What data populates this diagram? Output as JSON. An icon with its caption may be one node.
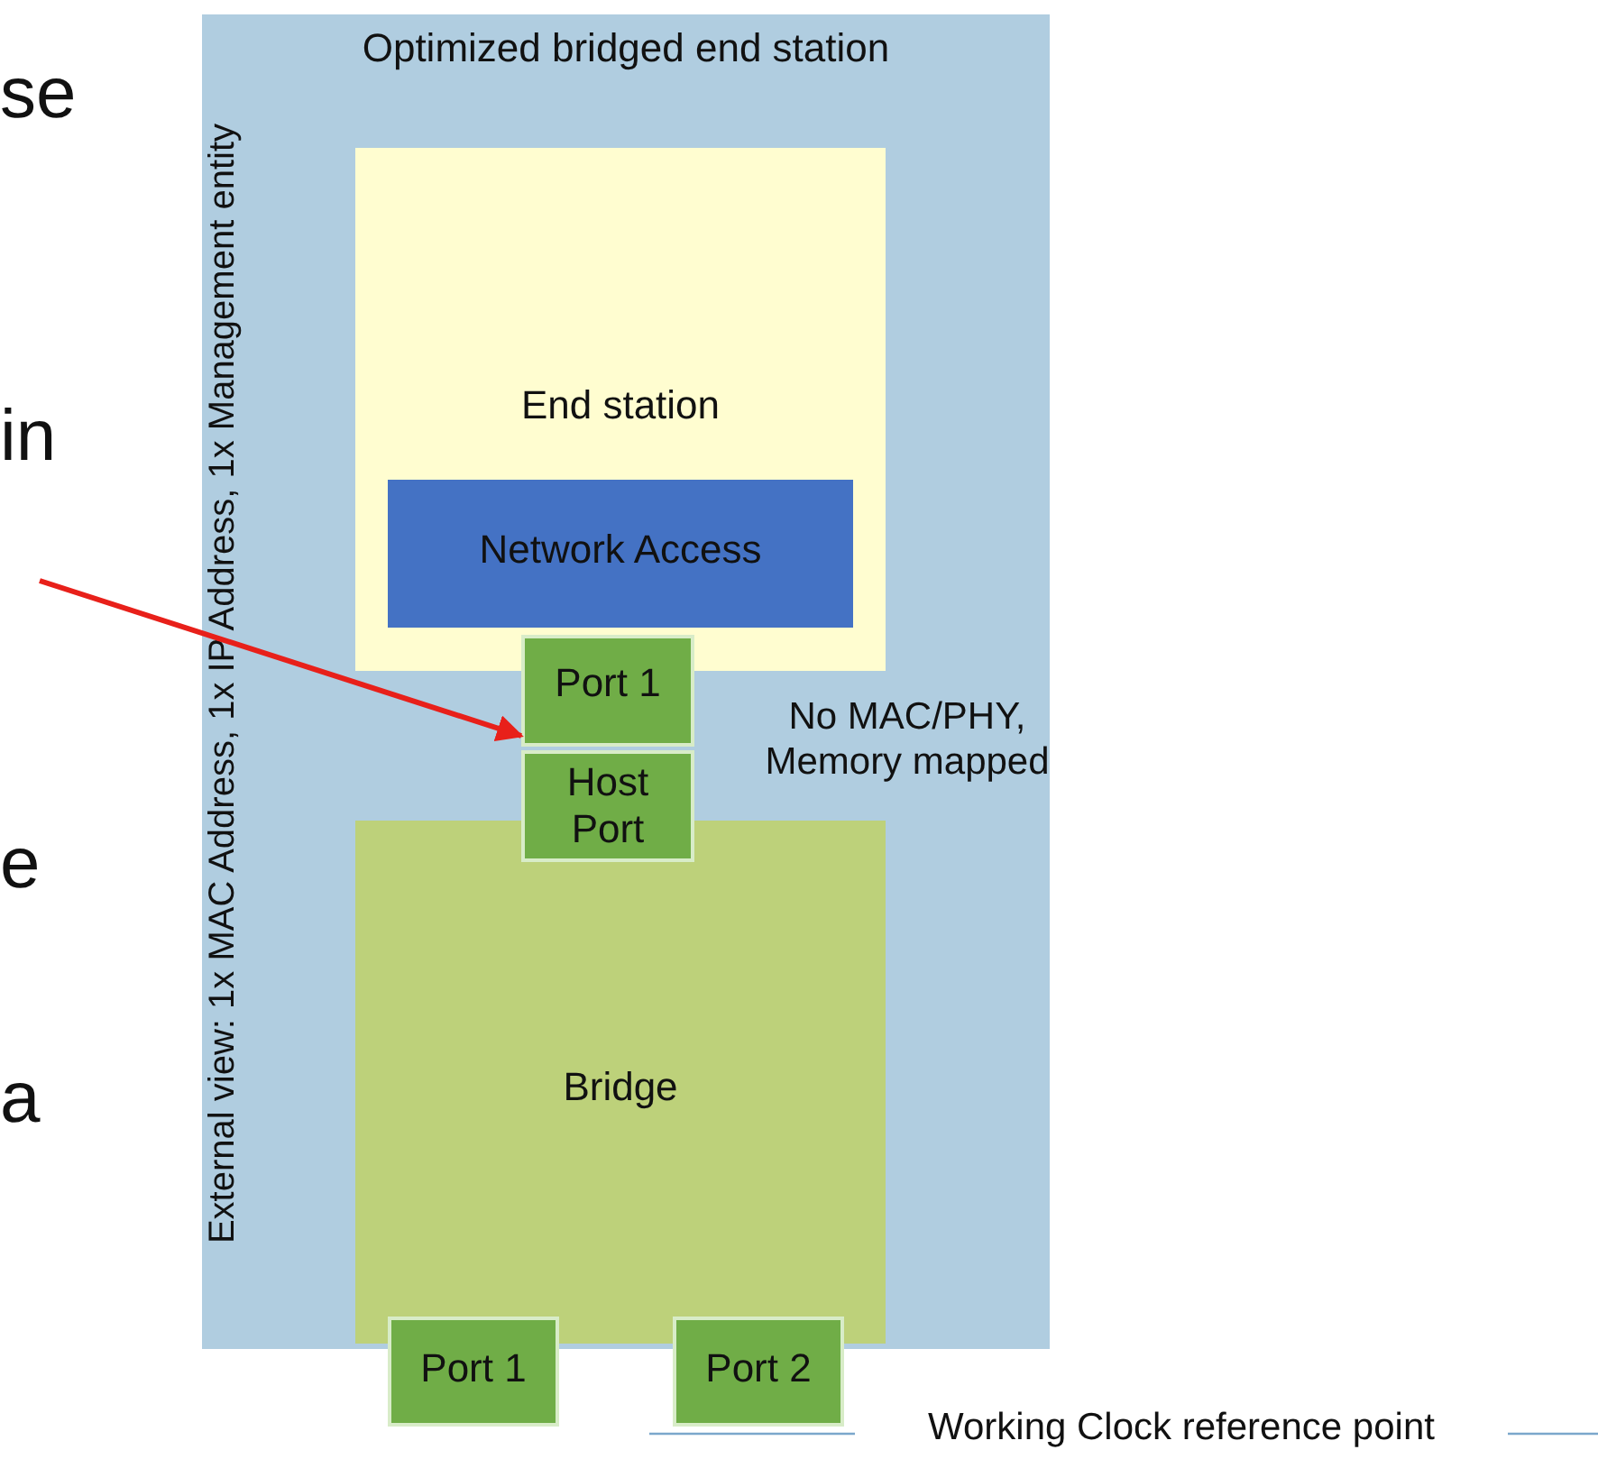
{
  "diagram": {
    "nodes": [
      {
        "text": [
          "Optimized bridged end station",
          "External view: 1x MAC Address, 1x IP Address, 1x Management entity"
        ]
      },
      {
        "text": [
          "End station"
        ],
        "in": 0
      },
      {
        "text": [
          "Network Access"
        ],
        "in": 1
      },
      {
        "text": [
          "Port 1"
        ],
        "in": 0
      },
      {
        "text": [
          "Host Port"
        ],
        "in": 0
      },
      {
        "text": [
          "Bridge"
        ],
        "in": 0
      },
      {
        "text": [
          "Port 1"
        ]
      },
      {
        "text": [
          "Port 2"
        ]
      }
    ],
    "edges": [
      {
        "from": null,
        "to": 3,
        "arrow": "to"
      }
    ],
    "labels": [
      "se",
      "in",
      "e",
      "a",
      "No MAC/PHY, Memory mapped",
      "Working Clock reference point"
    ]
  }
}
